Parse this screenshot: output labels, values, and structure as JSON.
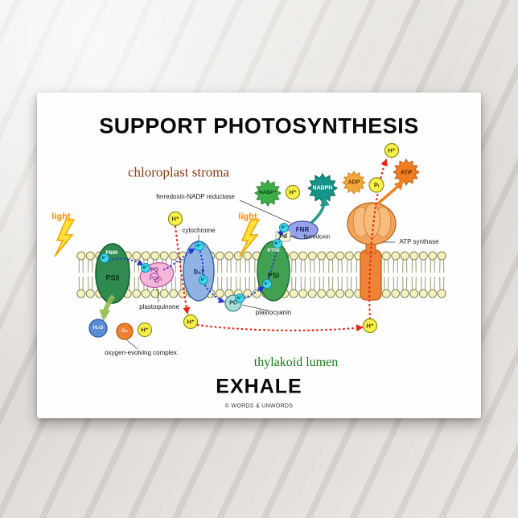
{
  "scene": {
    "title": "SUPPORT PHOTOSYNTHESIS",
    "stroma_label": "chloroplast stroma",
    "lumen_label": "thylakoid lumen",
    "exhale": "EXHALE",
    "copyright": "© WORDS & UNWORDS"
  },
  "diagram": {
    "light_left": "light",
    "light_right": "light",
    "h_plus": "H⁺",
    "e_label": "e⁻",
    "psii": {
      "name": "PSII",
      "pigment": "P680"
    },
    "psi": {
      "name": "PSI",
      "pigment": "P700"
    },
    "pq": {
      "abbr": "PQ",
      "abbr2": "PQH₂",
      "label": "plastoquinone"
    },
    "cytb6f": {
      "abbr": "b₆f",
      "label": "cytochrome"
    },
    "pc": {
      "abbr": "PC",
      "label": "plastocyanin"
    },
    "fd": {
      "abbr": "Fd",
      "label": "ferredoxin"
    },
    "fnr": {
      "abbr": "FNR",
      "label": "ferredoxin-NADP reductase"
    },
    "nadp": "NADP⁺",
    "nadph": "NADPH",
    "adp": "ADP",
    "pi": "Pᵢ",
    "atp": "ATP",
    "atp_synthase": "ATP synthase",
    "h2o": "H₂O",
    "o2": "O₂",
    "oec_label": "oxygen-evolving complex"
  }
}
